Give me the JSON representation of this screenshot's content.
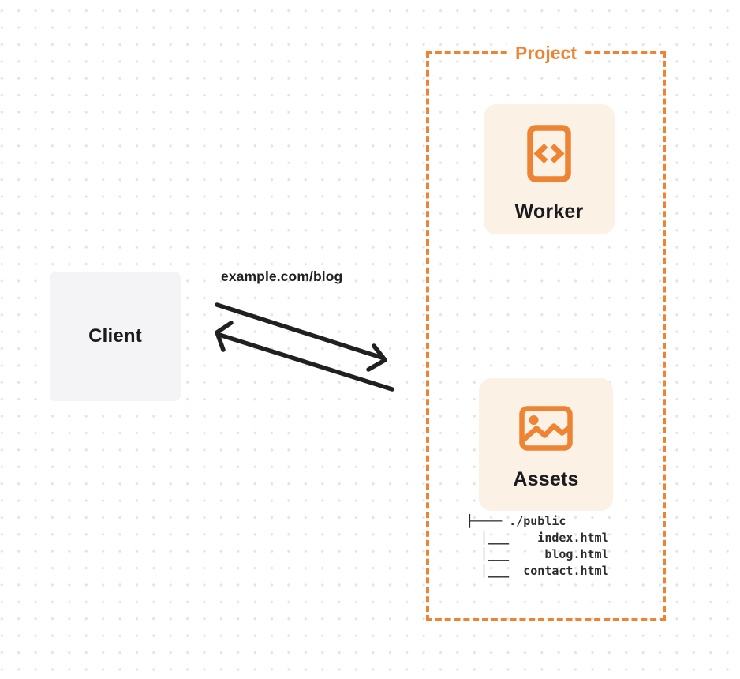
{
  "colors": {
    "orange": "#EE8433",
    "card_background": "#FBF1E4",
    "client_background": "#F4F4F6",
    "arrow": "#202020",
    "text_dark": "#1B1B1D",
    "dot_grid": "#E3E3E5"
  },
  "client": {
    "label": "Client"
  },
  "request": {
    "url_label": "example.com/blog"
  },
  "project": {
    "title": "Project",
    "worker": {
      "label": "Worker",
      "icon": "code-icon"
    },
    "assets": {
      "label": "Assets",
      "icon": "image-icon",
      "file_tree": [
        "├──── ./public",
        "  │___    index.html",
        "  │___     blog.html",
        "  │___  contact.html"
      ]
    }
  }
}
